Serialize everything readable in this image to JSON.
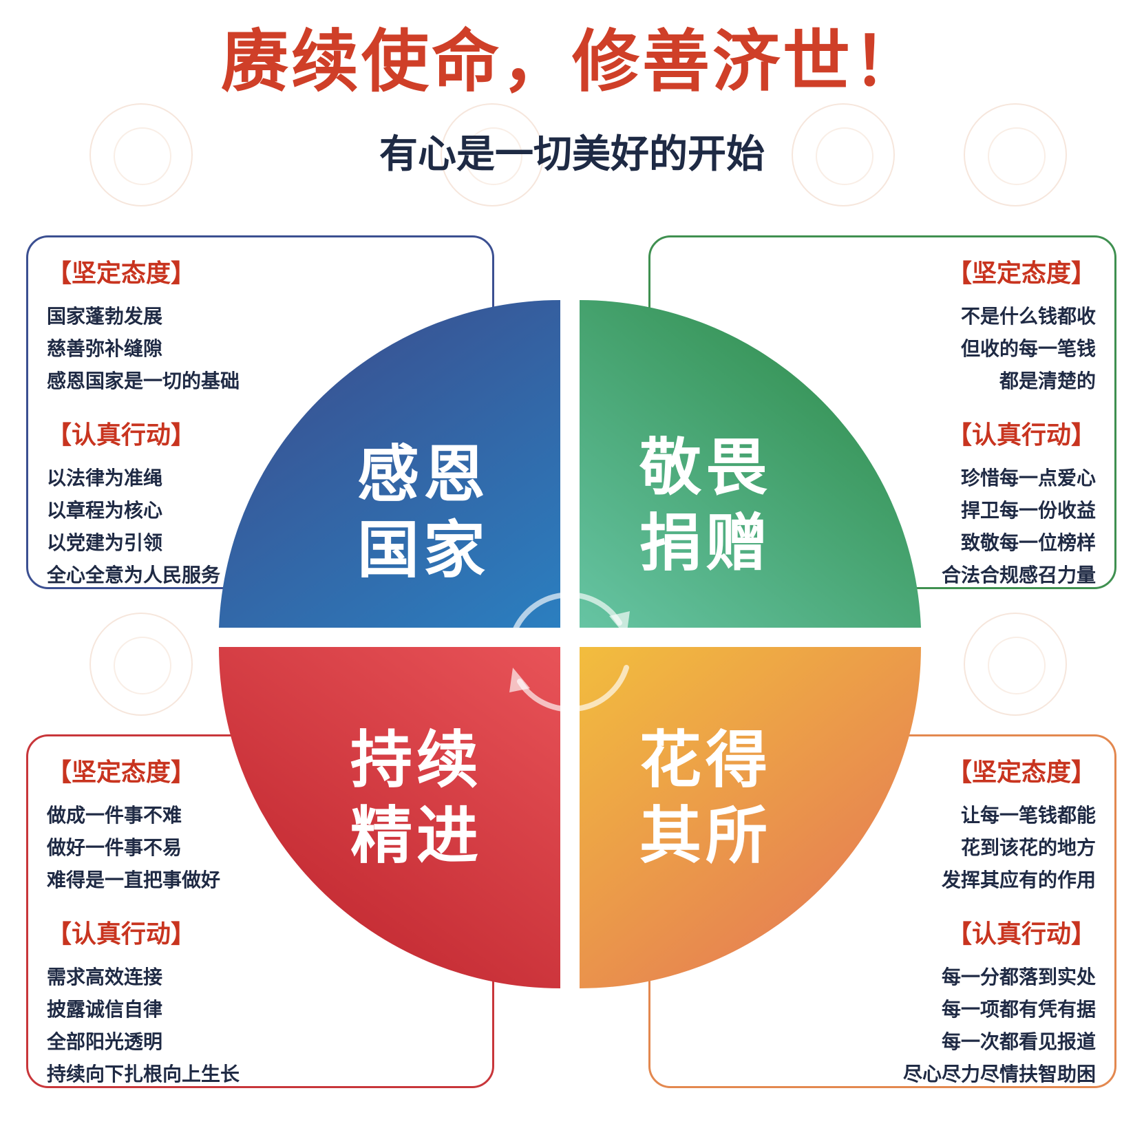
{
  "title": "赓续使命，修善济世！",
  "subtitle": "有心是一切美好的开始",
  "quadrants": [
    {
      "label_line1": "感恩",
      "label_line2": "国家",
      "color_start": "#2b7fc0",
      "color_end": "#3a4f8f",
      "attitude_title": "【坚定态度】",
      "attitude_items": [
        "国家蓬勃发展",
        "慈善弥补缝隙",
        "感恩国家是一切的基础"
      ],
      "action_title": "【认真行动】",
      "action_items": [
        "以法律为准绳",
        "以章程为核心",
        "以党建为引领",
        "全心全意为人民服务"
      ]
    },
    {
      "label_line1": "敬畏",
      "label_line2": "捐赠",
      "color_start": "#66c4a3",
      "color_end": "#2f8b4a",
      "attitude_title": "【坚定态度】",
      "attitude_items": [
        "不是什么钱都收",
        "但收的每一笔钱",
        "都是清楚的"
      ],
      "action_title": "【认真行动】",
      "action_items": [
        "珍惜每一点爱心",
        "捍卫每一份收益",
        "致敬每一位榜样",
        "合法合规感召力量"
      ]
    },
    {
      "label_line1": "持续",
      "label_line2": "精进",
      "color_start": "#e85358",
      "color_end": "#c0272f",
      "attitude_title": "【坚定态度】",
      "attitude_items": [
        "做成一件事不难",
        "做好一件事不易",
        "难得是一直把事做好"
      ],
      "action_title": "【认真行动】",
      "action_items": [
        "需求高效连接",
        "披露诚信自律",
        "全部阳光透明",
        "持续向下扎根向上生长"
      ]
    },
    {
      "label_line1": "花得",
      "label_line2": "其所",
      "color_start": "#f2bd3e",
      "color_end": "#e47755",
      "attitude_title": "【坚定态度】",
      "attitude_items": [
        "让每一笔钱都能",
        "花到该花的地方",
        "发挥其应有的作用"
      ],
      "action_title": "【认真行动】",
      "action_items": [
        "每一分都落到实处",
        "每一项都有凭有据",
        "每一次都看见报道",
        "尽心尽力尽情扶智助困"
      ]
    }
  ]
}
